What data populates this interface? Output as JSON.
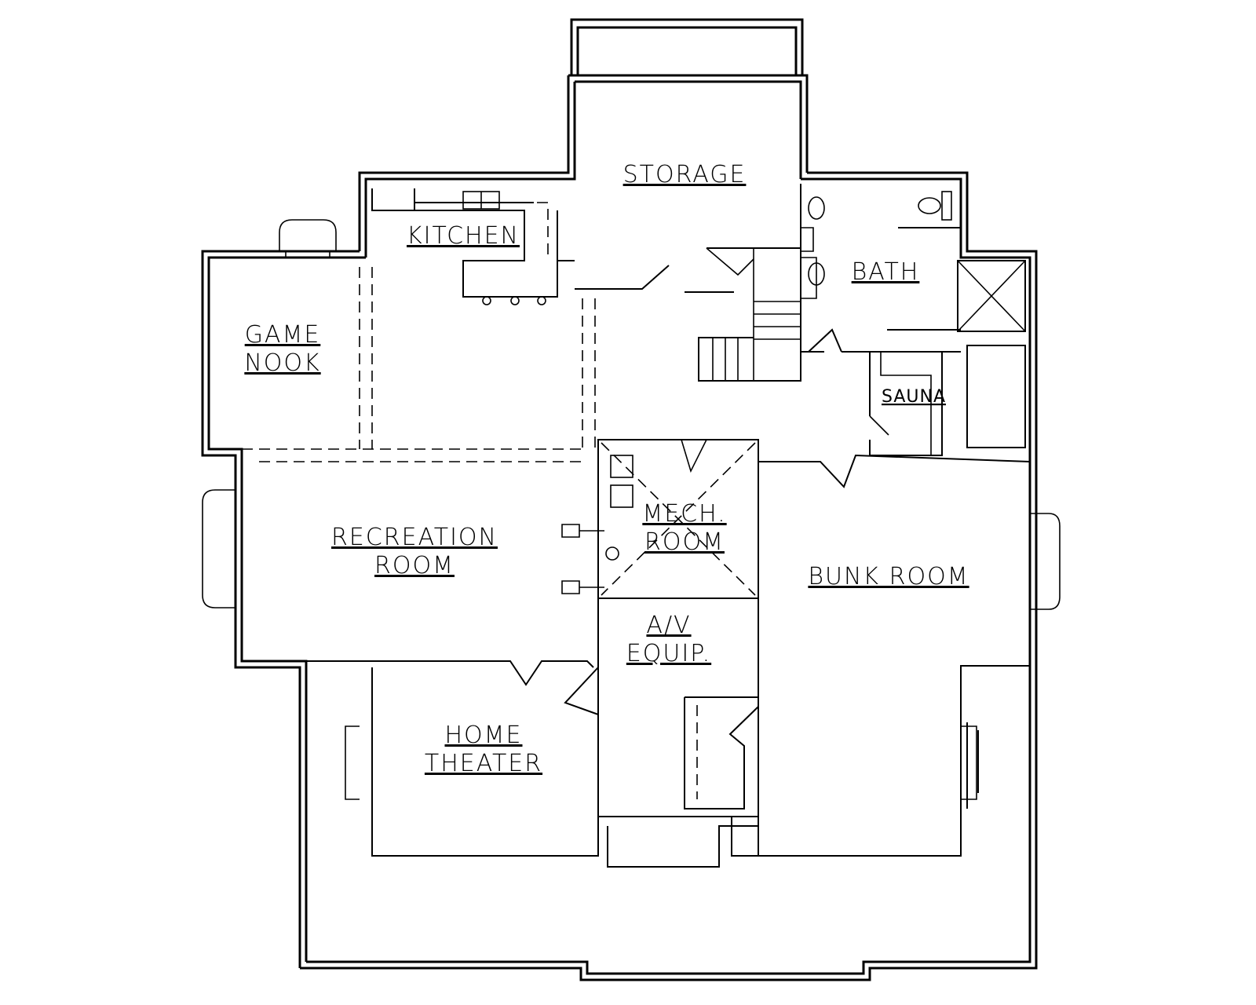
{
  "plan": {
    "rooms": {
      "storage": "STORAGE",
      "kitchen": "KITCHEN",
      "bath": "BATH",
      "game_nook_line1": "GAME",
      "game_nook_line2": "NOOK",
      "sauna": "SAUNA",
      "mech_line1": "MECH.",
      "mech_line2": "ROOM",
      "recreation_line1": "RECREATION",
      "recreation_line2": "ROOM",
      "bunk_room": "BUNK ROOM",
      "av_line1": "A/V",
      "av_line2": "EQUIP.",
      "theater_line1": "HOME",
      "theater_line2": "THEATER"
    }
  }
}
